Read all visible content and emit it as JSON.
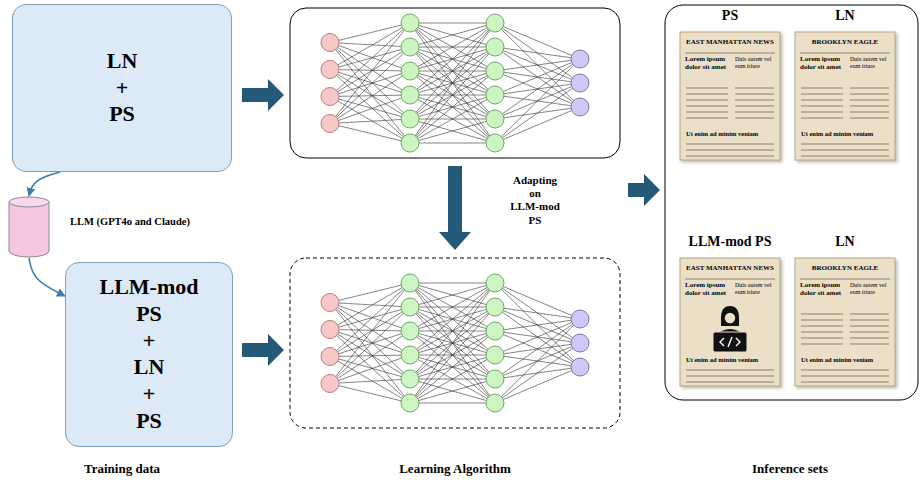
{
  "diagram": {
    "nodes": [
      {
        "text": [
          "LN + PS"
        ]
      },
      {
        "text": [
          "LLM (GPT4o and Claude)"
        ]
      },
      {
        "text": [
          "LLM-mod PS + LN + PS"
        ]
      },
      {
        "text": [
          "PS",
          "EAST MANHATTAN NEWS",
          "Lorem ipsum dolor sit amet",
          "Duis autem vel eum iriure",
          "Ut enim ad minim veniam"
        ]
      },
      {
        "text": [
          "LN",
          "BROOKLYN EAGLE",
          "Lorem ipsum dolor sit amet",
          "Duis autem vel eum iriure",
          "Ut enim ad minim veniam"
        ]
      },
      {
        "text": [
          "LLM-mod PS",
          "EAST MANHATTAN NEWS",
          "Lorem ipsum dolor sit amet",
          "Duis autem vel eum iriure",
          "Ut enim ad minim veniam"
        ]
      },
      {
        "text": [
          "LN",
          "BROOKLYN EAGLE",
          "Lorem ipsum dolor sit amet",
          "Duis autem vel eum iriure",
          "Ut enim ad minim veniam"
        ]
      }
    ],
    "edges": [
      {
        "from": 0,
        "to": 1,
        "arrow": "to"
      },
      {
        "from": 1,
        "to": 2,
        "arrow": "to"
      }
    ],
    "labels": [
      "Adapting on LLM-mod PS",
      "Training data",
      "Learning Algorithm",
      "Inference sets"
    ]
  }
}
